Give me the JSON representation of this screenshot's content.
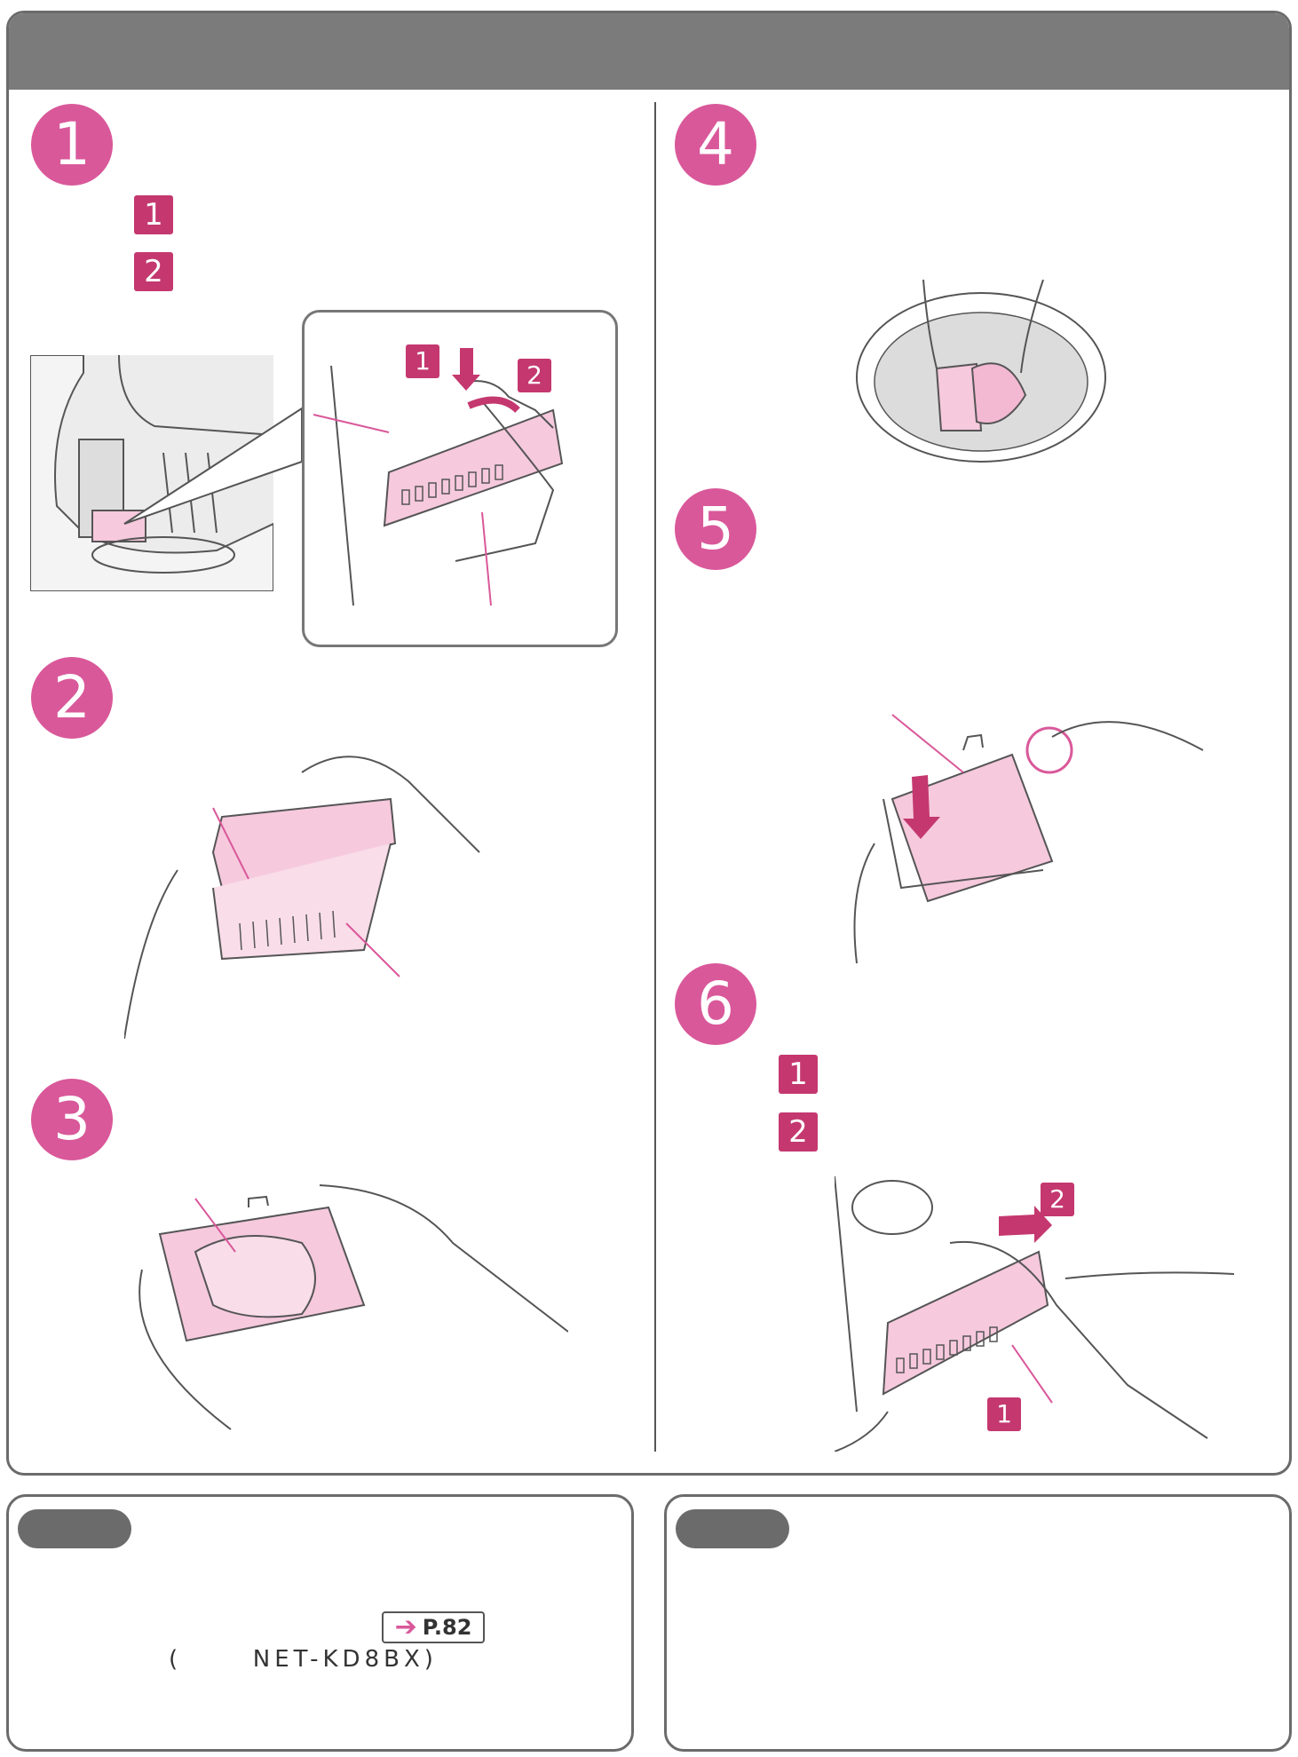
{
  "steps": [
    {
      "number": "1"
    },
    {
      "number": "2"
    },
    {
      "number": "3"
    },
    {
      "number": "4"
    },
    {
      "number": "5"
    },
    {
      "number": "6"
    }
  ],
  "sub_badges": [
    "1",
    "2"
  ],
  "illustration_callouts": [
    "1",
    "2"
  ],
  "notes_left": {
    "page_ref": "P.82",
    "model_open": "(",
    "model_number": "NET-KD8BX)"
  },
  "colors": {
    "accent_pink": "#d9589a",
    "badge_pink": "#c4386f",
    "header_gray": "#7b7b7b",
    "filter_pink": "#f6c9dd",
    "line_dark": "#555555"
  }
}
